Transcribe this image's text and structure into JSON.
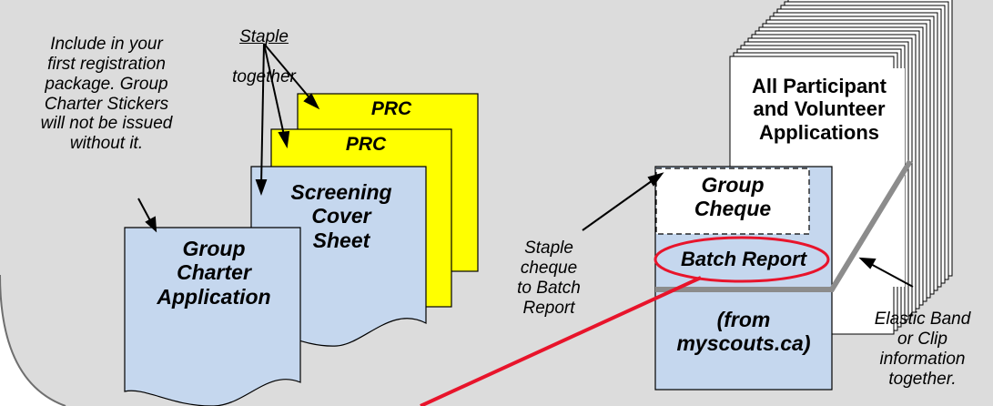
{
  "colors": {
    "background_panel": "#dcdcdc",
    "panel_border": "#6f6f6f",
    "application_form": "#c5d7ee",
    "prc_form": "#ffff00",
    "highlight": "#e8142b",
    "band": "#8c8c8c"
  },
  "notes": {
    "include": "Include in your\nfirst registration\npackage.  Group\nCharter Stickers\nwill not be issued\nwithout it.",
    "staple_together_1": "Staple",
    "staple_together_2": "together",
    "staple_cheque": "Staple\ncheque\nto Batch\nReport",
    "elastic": "Elastic Band\nor Clip\ninformation\ntogether."
  },
  "documents": {
    "prc_back": "PRC",
    "prc_front": "PRC",
    "screening": "Screening\nCover\nSheet",
    "group_charter": "Group\nCharter\nApplication",
    "applications": "All Participant\nand Volunteer\nApplications",
    "cheque": "Group\nCheque",
    "batch_report": "Batch Report",
    "from_myscouts": "(from\nmyscouts.ca)"
  }
}
